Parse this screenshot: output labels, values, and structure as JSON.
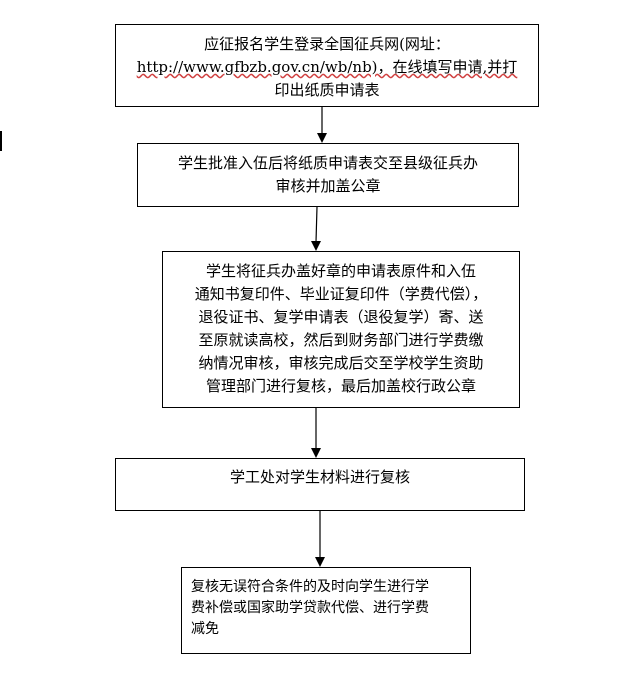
{
  "steps": [
    {
      "lines": [
        "应征报名学生登录全国征兵网(网址：",
        "http://www.gfbzb.gov.cn/wb/nb)，在线填写申请,并打",
        "印出纸质申请表"
      ]
    },
    {
      "lines": [
        "学生批准入伍后将纸质申请表交至县级征兵办",
        "审核并加盖公章"
      ]
    },
    {
      "lines": [
        "学生将征兵办盖好章的申请表原件和入伍",
        "通知书复印件、毕业证复印件（学费代偿），",
        "退役证书、复学申请表（退役复学）寄、送",
        "至原就读高校，然后到财务部门进行学费缴",
        "纳情况审核，审核完成后交至学校学生资助",
        "管理部门进行复核，最后加盖校行政公章"
      ]
    },
    {
      "lines": [
        "学工处对学生材料进行复核"
      ]
    },
    {
      "lines": [
        "复核无误符合条件的及时向学生进行学",
        "费补偿或国家助学贷款代偿、进行学费",
        "减免"
      ]
    }
  ]
}
